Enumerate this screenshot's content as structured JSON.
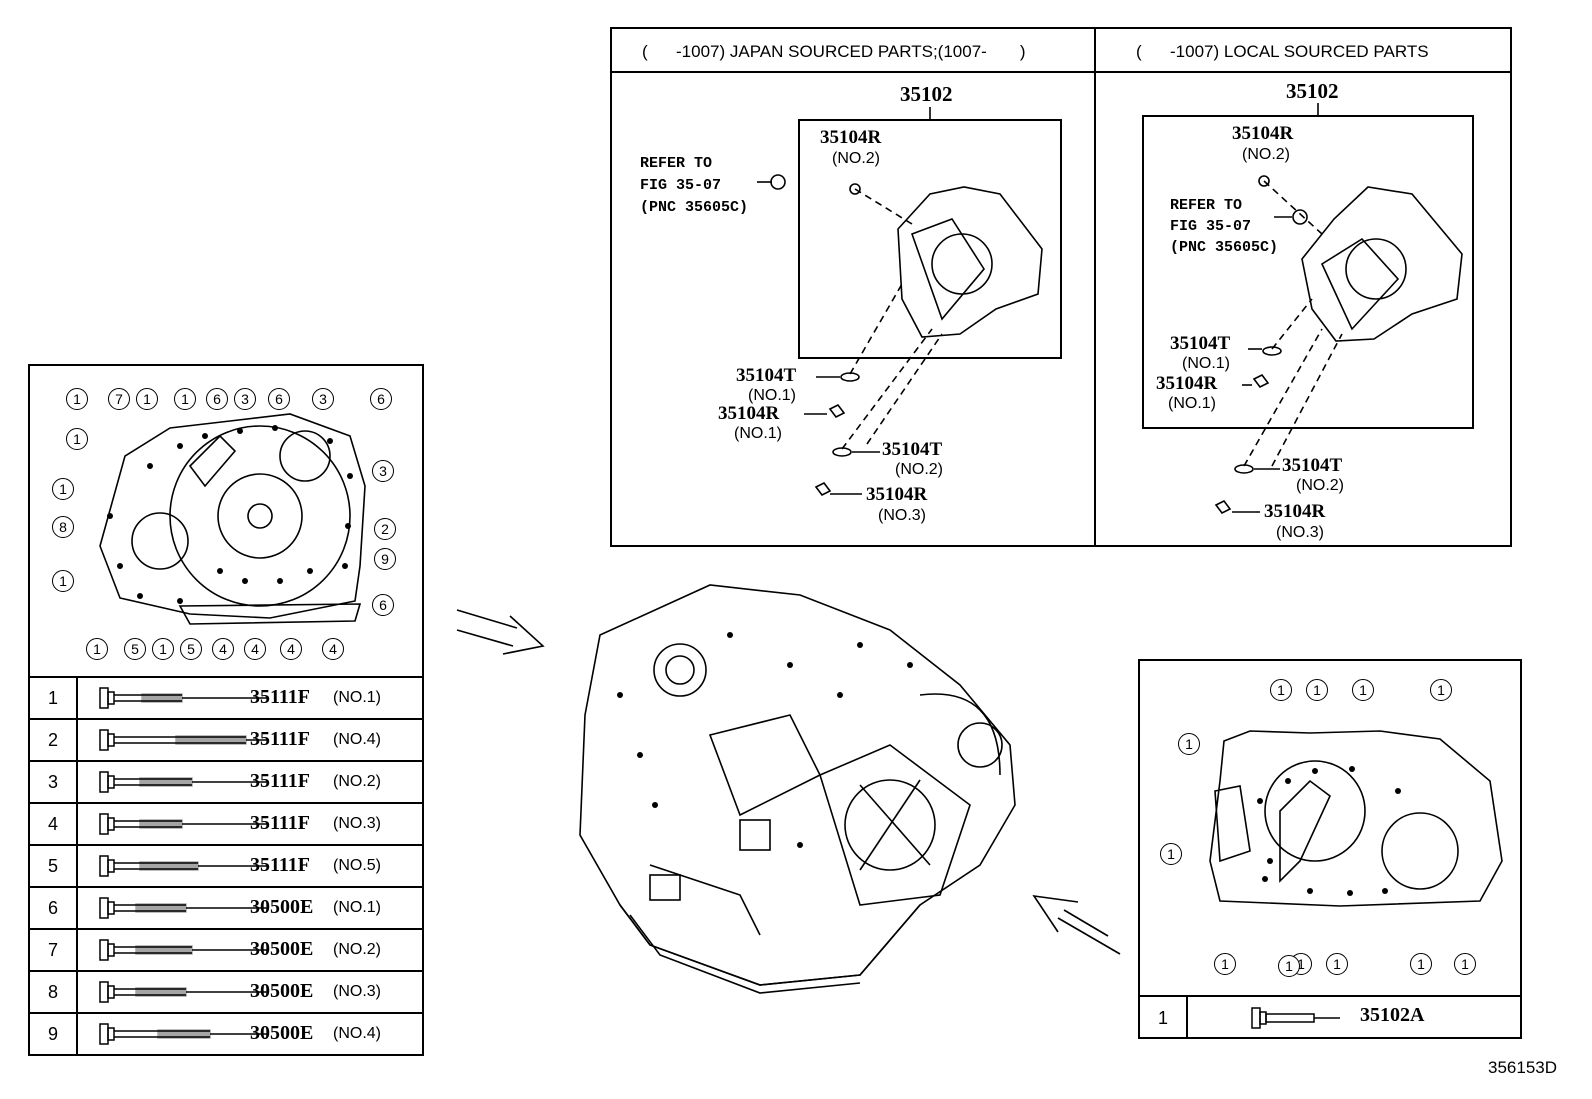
{
  "left_panel": {
    "top_callouts": [
      "1",
      "7",
      "1",
      "1",
      "6",
      "3",
      "6",
      "3",
      "6"
    ],
    "right_callouts": [
      "3",
      "2",
      "9",
      "6"
    ],
    "left_callouts": [
      "1",
      "1",
      "8",
      "1"
    ],
    "bottom_callouts": [
      "1",
      "5",
      "1",
      "5",
      "4",
      "4",
      "4",
      "4"
    ],
    "bolts": [
      {
        "num": "1",
        "pn": "35111F",
        "sub": "(NO.1)"
      },
      {
        "num": "2",
        "pn": "35111F",
        "sub": "(NO.4)"
      },
      {
        "num": "3",
        "pn": "35111F",
        "sub": "(NO.2)"
      },
      {
        "num": "4",
        "pn": "35111F",
        "sub": "(NO.3)"
      },
      {
        "num": "5",
        "pn": "35111F",
        "sub": "(NO.5)"
      },
      {
        "num": "6",
        "pn": "30500E",
        "sub": "(NO.1)"
      },
      {
        "num": "7",
        "pn": "30500E",
        "sub": "(NO.2)"
      },
      {
        "num": "8",
        "pn": "30500E",
        "sub": "(NO.3)"
      },
      {
        "num": "9",
        "pn": "30500E",
        "sub": "(NO.4)"
      }
    ]
  },
  "top_panel": {
    "japan": {
      "header": "(      -1007) JAPAN SOURCED PARTS;(1007-       )",
      "assembly": "35102",
      "refer": [
        "REFER TO",
        "FIG 35-07",
        "(PNC 35605C)"
      ],
      "parts": [
        {
          "pn": "35104R",
          "sub": "(NO.2)"
        },
        {
          "pn": "35104T",
          "sub": "(NO.1)"
        },
        {
          "pn": "35104R",
          "sub": "(NO.1)"
        },
        {
          "pn": "35104T",
          "sub": "(NO.2)"
        },
        {
          "pn": "35104R",
          "sub": "(NO.3)"
        }
      ]
    },
    "local": {
      "header": "(      -1007) LOCAL SOURCED PARTS",
      "assembly": "35102",
      "refer": [
        "REFER TO",
        "FIG 35-07",
        "(PNC 35605C)"
      ],
      "parts": [
        {
          "pn": "35104R",
          "sub": "(NO.2)"
        },
        {
          "pn": "35104T",
          "sub": "(NO.1)"
        },
        {
          "pn": "35104R",
          "sub": "(NO.1)"
        },
        {
          "pn": "35104T",
          "sub": "(NO.2)"
        },
        {
          "pn": "35104R",
          "sub": "(NO.3)"
        }
      ]
    }
  },
  "right_panel": {
    "callouts": [
      "1",
      "1",
      "1",
      "1",
      "1",
      "1",
      "1",
      "1",
      "1",
      "1",
      "1",
      "1"
    ],
    "bolt": {
      "num": "1",
      "pn": "35102A"
    }
  },
  "figure_id": "356153D"
}
